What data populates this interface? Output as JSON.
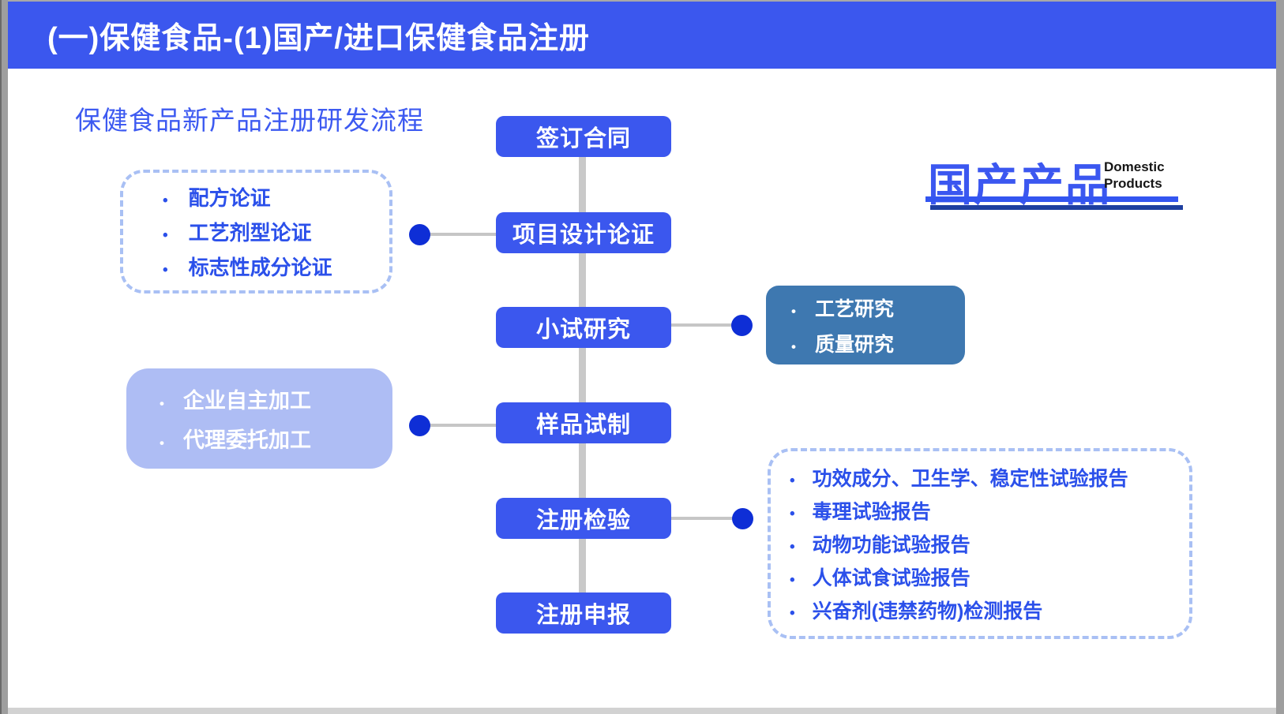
{
  "bullet": "•",
  "header": {
    "title": "(一)保健食品-(1)国产/进口保健食品注册"
  },
  "subtitle": "保健食品新产品注册研发流程",
  "badge": {
    "title": "国产产品",
    "en_line1": "Domestic",
    "en_line2": "Products"
  },
  "flow": {
    "steps": [
      {
        "label": "签订合同"
      },
      {
        "label": "项目设计论证"
      },
      {
        "label": "小试研究"
      },
      {
        "label": "样品试制"
      },
      {
        "label": "注册检验"
      },
      {
        "label": "注册申报"
      }
    ]
  },
  "callouts": {
    "design": {
      "items": [
        "配方论证",
        "工艺剂型论证",
        "标志性成分论证"
      ]
    },
    "research": {
      "items": [
        "工艺研究",
        "质量研究"
      ]
    },
    "processing": {
      "items": [
        "企业自主加工",
        "代理委托加工"
      ]
    },
    "reports": {
      "items": [
        "功效成分、卫生学、稳定性试验报告",
        "毒理试验报告",
        "动物功能试验报告",
        "人体试食试验报告",
        "兴奋剂(违禁药物)检测报告"
      ]
    }
  },
  "colors": {
    "banner_blue": "#3b57ee",
    "step_blue": "#3b57ee",
    "dot_blue": "#0e2ed6",
    "steel_blue": "#3e78b0",
    "periwinkle": "#aebdf4",
    "dashed_border": "#a9c0f4",
    "text_blue": "#2b50ea",
    "underline_navy": "#1e3fa0",
    "connector_gray": "#c9c9c9"
  }
}
